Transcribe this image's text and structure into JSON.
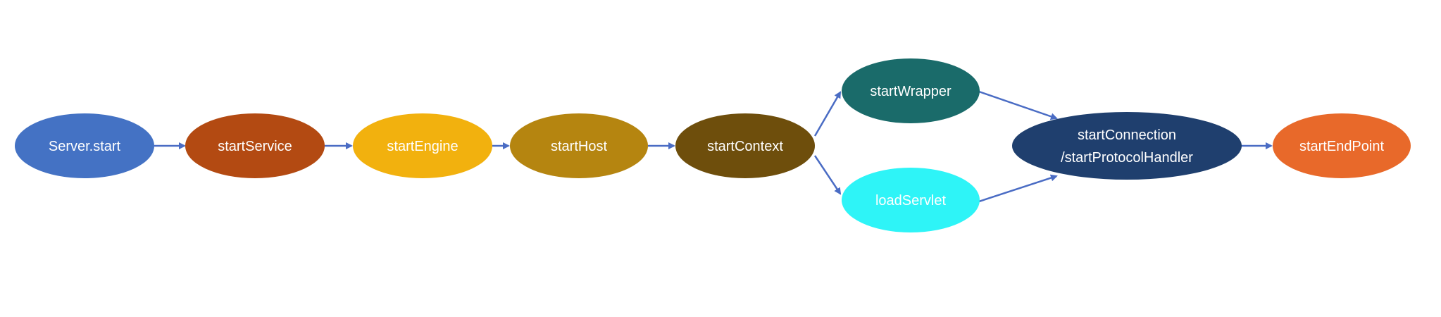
{
  "diagram": {
    "nodes": {
      "server_start": {
        "label": "Server.start",
        "color": "#4472c4",
        "text_color": "#ffffff"
      },
      "start_service": {
        "label": "startService",
        "color": "#b34a12",
        "text_color": "#ffffff"
      },
      "start_engine": {
        "label": "startEngine",
        "color": "#f2b10e",
        "text_color": "#ffffff"
      },
      "start_host": {
        "label": "startHost",
        "color": "#b58510",
        "text_color": "#ffffff"
      },
      "start_context": {
        "label": "startContext",
        "color": "#6e4e0c",
        "text_color": "#ffffff"
      },
      "start_wrapper": {
        "label": "startWrapper",
        "color": "#1a6b6a",
        "text_color": "#ffffff"
      },
      "load_servlet": {
        "label": "loadServlet",
        "color": "#2ef4f7",
        "text_color": "#ffffff"
      },
      "start_connection": {
        "label_line1": "startConnection",
        "label_line2": "/startProtocolHandler",
        "color": "#1f3f6e",
        "text_color": "#ffffff"
      },
      "start_endpoint": {
        "label": "startEndPoint",
        "color": "#e8692a",
        "text_color": "#ffffff"
      }
    },
    "arrow_color": "#4a6cc4"
  }
}
